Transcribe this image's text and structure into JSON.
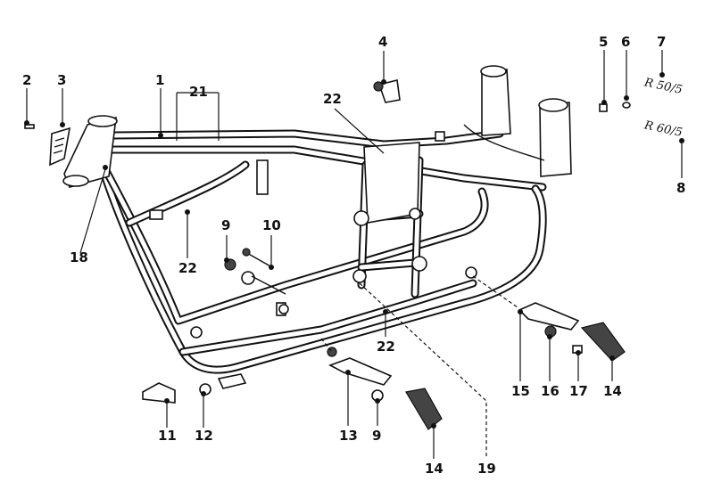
{
  "callouts": [
    {
      "id": "c1",
      "label": "1"
    },
    {
      "id": "c2",
      "label": "2"
    },
    {
      "id": "c3",
      "label": "3"
    },
    {
      "id": "c4",
      "label": "4"
    },
    {
      "id": "c5",
      "label": "5"
    },
    {
      "id": "c6",
      "label": "6"
    },
    {
      "id": "c7",
      "label": "7"
    },
    {
      "id": "c8",
      "label": "8"
    },
    {
      "id": "c9a",
      "label": "9"
    },
    {
      "id": "c9b",
      "label": "9"
    },
    {
      "id": "c10",
      "label": "10"
    },
    {
      "id": "c11",
      "label": "11"
    },
    {
      "id": "c12",
      "label": "12"
    },
    {
      "id": "c13",
      "label": "13"
    },
    {
      "id": "c14a",
      "label": "14"
    },
    {
      "id": "c14b",
      "label": "14"
    },
    {
      "id": "c15",
      "label": "15"
    },
    {
      "id": "c16",
      "label": "16"
    },
    {
      "id": "c17",
      "label": "17"
    },
    {
      "id": "c18",
      "label": "18"
    },
    {
      "id": "c19",
      "label": "19"
    },
    {
      "id": "c21",
      "label": "21"
    },
    {
      "id": "c22a",
      "label": "22"
    },
    {
      "id": "c22b",
      "label": "22"
    },
    {
      "id": "c22c",
      "label": "22"
    }
  ],
  "badges": {
    "top": "R 50/5",
    "bottom": "R 60/5"
  },
  "colors": {
    "ink": "#111111",
    "paper": "#ffffff"
  }
}
